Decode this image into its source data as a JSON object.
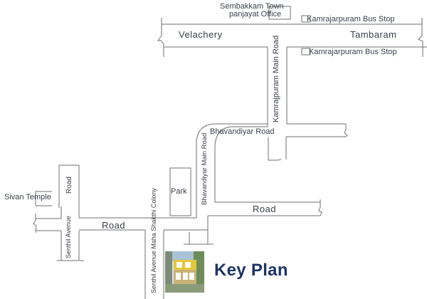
{
  "map": {
    "title": "Key Plan",
    "colors": {
      "road_line": "#6f6f6f",
      "label": "#3a3f4a",
      "title": "#1c3565"
    },
    "roads": {
      "velachery": "Velachery",
      "tambaram": "Tambaram",
      "kamrajpuram_main_road": "Kamrajpuram Main Road",
      "bhavandiyar_road": "Bhavandiyar Road",
      "bhavandiyar_main_road": "Bhavandiyar Main Road",
      "road_east": "Road",
      "road_west": "Road",
      "road_vertical": "Road",
      "senthil_avenue": "Senthil Avenue",
      "senthil_avenue_maha_shakthi_colony": "Senthil Avenue Maha Shakthi Colony"
    },
    "landmarks": {
      "sembakkam_line1": "Sembakkam Town",
      "sembakkam_line2": "panjayat Office",
      "bus_stop_north": "Kamrajarpuram Bus Stop",
      "bus_stop_south": "Kamrajarpuram Bus Stop",
      "park": "Park",
      "sivan_temple": "Sivan Temple"
    },
    "thumbnail": "house-photo"
  }
}
